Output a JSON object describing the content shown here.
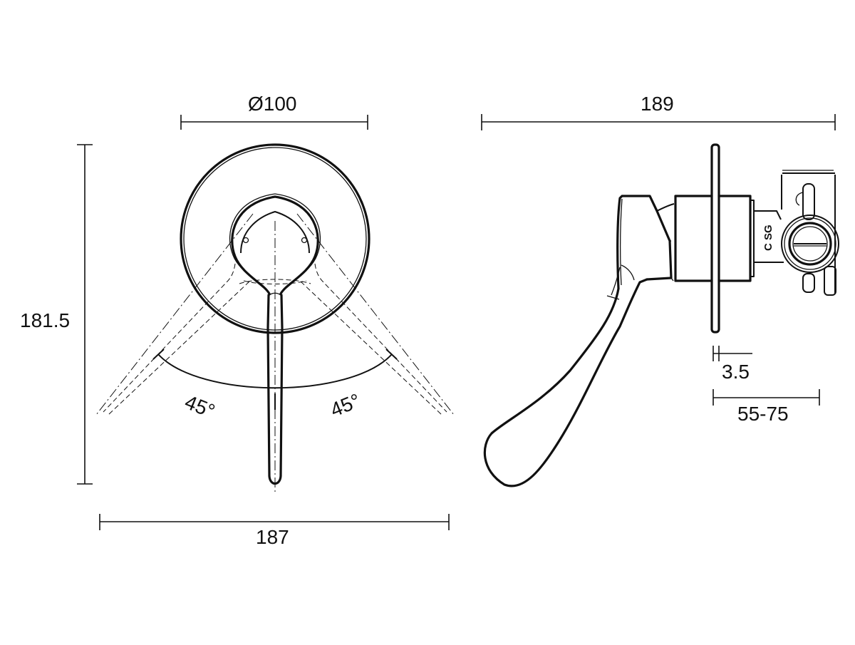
{
  "drawing": {
    "type": "technical dimension drawing",
    "line_color": "#111111",
    "background": "#ffffff"
  },
  "front_view": {
    "dimensions": {
      "cover_diameter": "Ø100",
      "overall_height": "181.5",
      "overall_width": "187"
    },
    "rotation_angles": {
      "left": "45°",
      "right": "45°"
    }
  },
  "side_view": {
    "dimensions": {
      "overall_depth": "189",
      "plate_thickness": "3.5",
      "wall_cavity_range": "55-75"
    },
    "body_stamp": "C SG"
  }
}
